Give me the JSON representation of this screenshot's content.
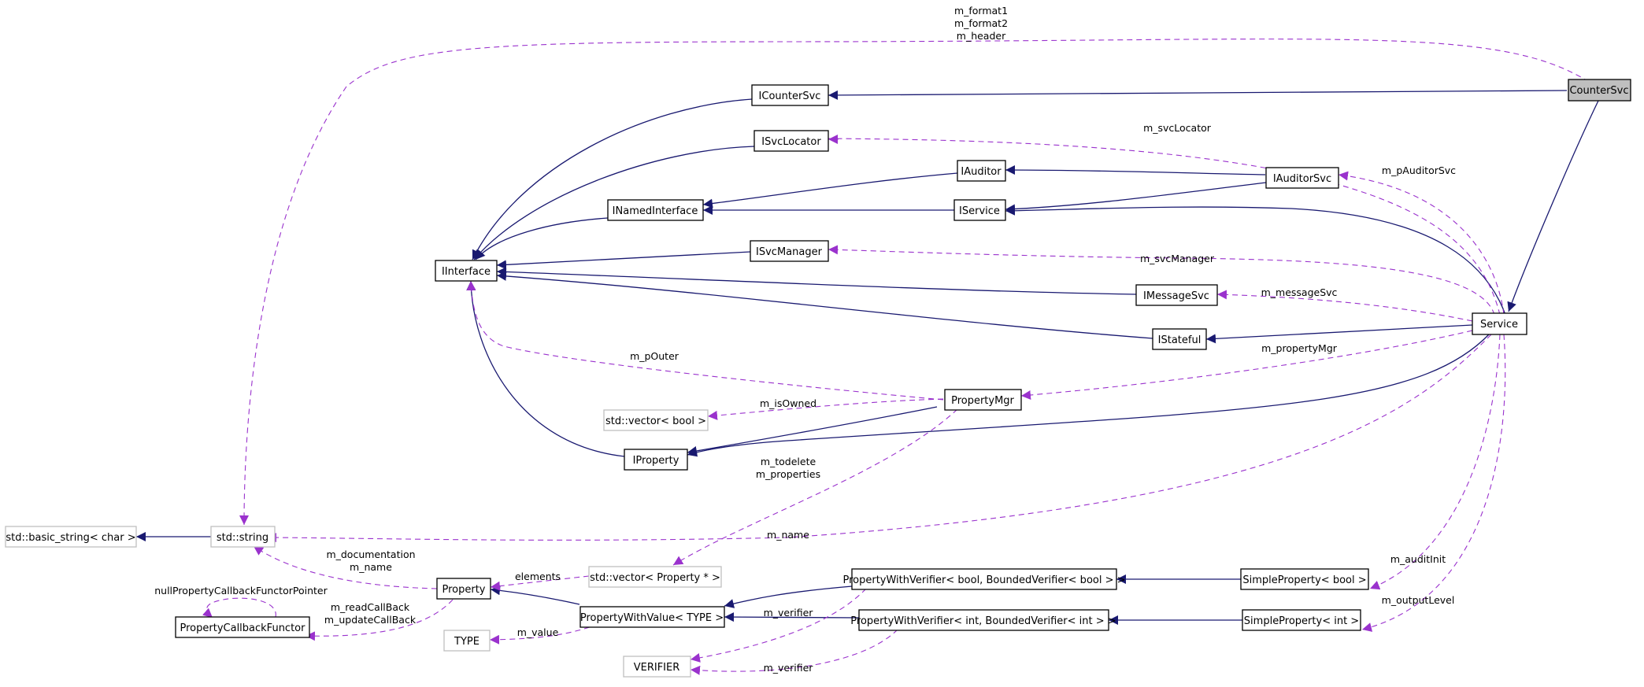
{
  "colors": {
    "inheritance": "#191970",
    "usage": "#9a32cd",
    "focus_fill": "#bfbfbf",
    "external_border": "#bfbfbf"
  },
  "nodes": {
    "counter_svc": "CounterSvc",
    "icounter_svc": "ICounterSvc",
    "isvc_locator": "ISvcLocator",
    "iauditor": "IAuditor",
    "iauditor_svc": "IAuditorSvc",
    "inamed_interface": "INamedInterface",
    "iservice": "IService",
    "isvc_manager": "ISvcManager",
    "iinterface": "IInterface",
    "imessage_svc": "IMessageSvc",
    "service": "Service",
    "istateful": "IStateful",
    "property_mgr": "PropertyMgr",
    "std_vector_bool": "std::vector< bool >",
    "iproperty": "IProperty",
    "std_basic_string": "std::basic_string< char >",
    "std_string": "std::string",
    "std_vector_property": "std::vector< Property * >",
    "property": "Property",
    "property_callback_functor": "PropertyCallbackFunctor",
    "type_node": "TYPE",
    "property_with_value": "PropertyWithValue< TYPE >",
    "verifier_node": "VERIFIER",
    "pwv_bool": "PropertyWithVerifier< bool, BoundedVerifier< bool > >",
    "pwv_int": "PropertyWithVerifier< int, BoundedVerifier< int > >",
    "simple_property_bool": "SimpleProperty< bool >",
    "simple_property_int": "SimpleProperty< int >"
  },
  "edge_labels": {
    "m_format1": "m_format1",
    "m_format2": "m_format2",
    "m_header": "m_header",
    "m_svc_locator": "m_svcLocator",
    "m_p_auditor_svc": "m_pAuditorSvc",
    "m_svc_manager": "m_svcManager",
    "m_message_svc": "m_messageSvc",
    "m_property_mgr": "m_propertyMgr",
    "m_p_outer": "m_pOuter",
    "m_is_owned": "m_isOwned",
    "m_todelete": "m_todelete",
    "m_properties": "m_properties",
    "m_name_service": "m_name",
    "m_documentation": "m_documentation",
    "m_name_property": "m_name",
    "elements": "elements",
    "null_property_callback": "nullPropertyCallbackFunctorPointer",
    "m_read_call_back": "m_readCallBack",
    "m_update_call_back": "m_updateCallBack",
    "m_value": "m_value",
    "m_verifier_bool": "m_verifier",
    "m_verifier_int": "m_verifier",
    "m_audit_init": "m_auditInit",
    "m_output_level": "m_outputLevel"
  }
}
